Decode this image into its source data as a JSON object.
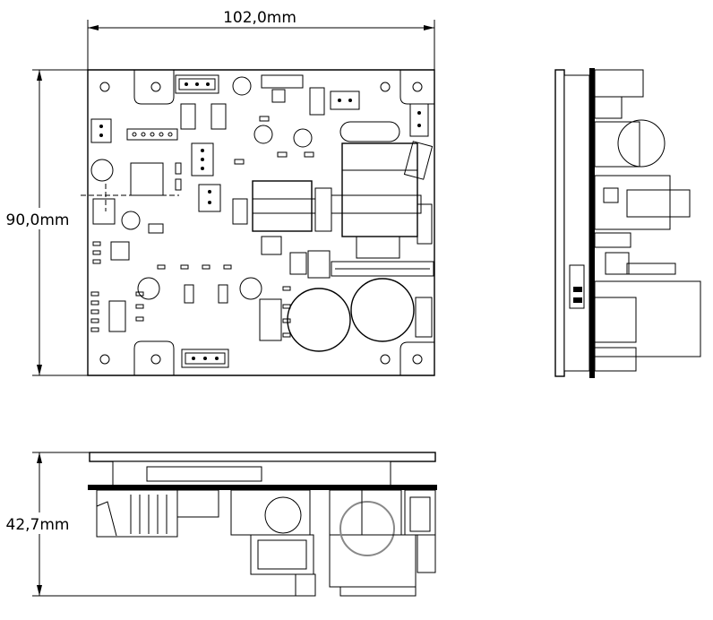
{
  "dimensions": {
    "width_label": "102,0mm",
    "height_label": "90,0mm",
    "depth_label": "42,7mm"
  }
}
